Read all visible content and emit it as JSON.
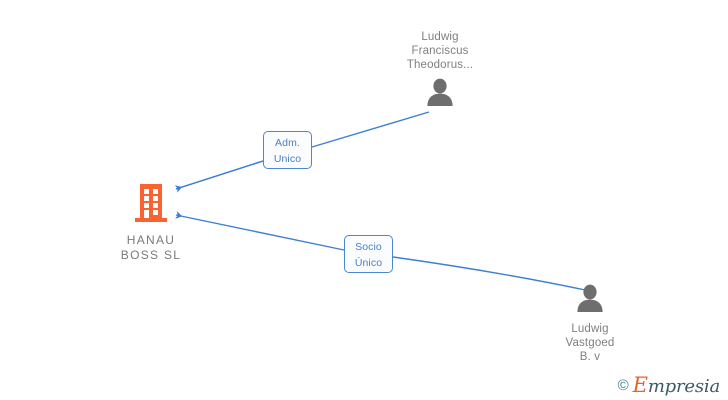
{
  "diagram": {
    "title": "HANAU BOSS SL corporate relationships",
    "background_color": "#ffffff",
    "edge_color": "#4a86d8",
    "company_icon_color": "#f96332",
    "person_icon_color": "#6e6e6e",
    "label_text_color": "#808080"
  },
  "company": {
    "name": "HANAU\nBOSS  SL",
    "icon": "building-icon"
  },
  "people": [
    {
      "id": "ludwig-franciscus-theodorus",
      "name": "Ludwig\nFranciscus\nTheodorus...",
      "icon": "person-icon"
    },
    {
      "id": "ludwig-vastgoed-bv",
      "name": "Ludwig\nVastgoed\nB. v",
      "icon": "person-icon"
    }
  ],
  "relations": [
    {
      "id": "adm-unico",
      "label": "Adm.\nUnico",
      "from": "ludwig-franciscus-theodorus",
      "to": "hanau-boss-sl"
    },
    {
      "id": "socio-unico",
      "label": "Socio\nÚnico",
      "from": "ludwig-vastgoed-bv",
      "to": "hanau-boss-sl"
    }
  ],
  "watermark": {
    "copyright": "©",
    "brand_first": "E",
    "brand_rest": "mpresia"
  }
}
